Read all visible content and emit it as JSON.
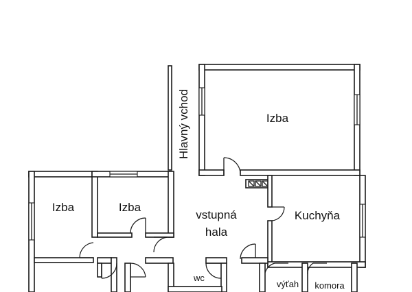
{
  "floor_plan": {
    "main_entrance_label": "Hlavný vchod",
    "rooms": {
      "room_top_right": "Izba",
      "room_left": "Izba",
      "room_middle_left": "Izba",
      "hall_line1": "vstupná",
      "hall_line2": "hala",
      "kitchen": "Kuchyňa",
      "wc": "wc",
      "elevator": "výťah",
      "pantry": "komora"
    }
  }
}
